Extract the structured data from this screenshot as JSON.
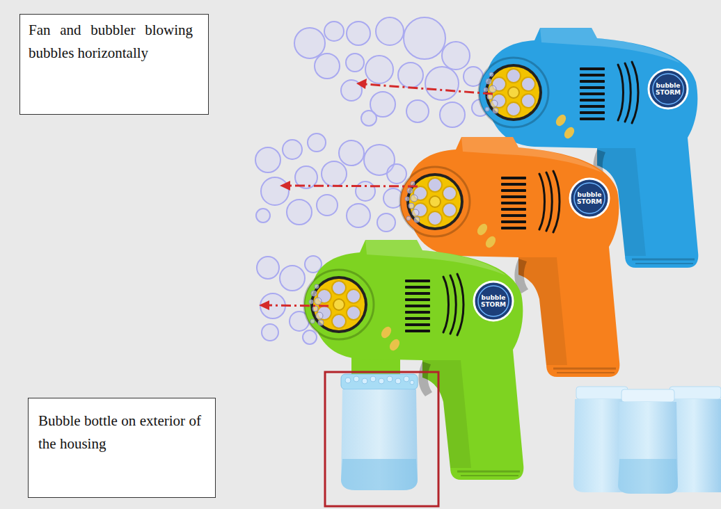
{
  "diagram": {
    "nodes": [
      {
        "text": [
          "Fan and bubbler blowing bubbles horizontally"
        ]
      },
      {
        "text": [
          "Bubble bottle on exterior of the housing"
        ]
      }
    ],
    "labels": [
      "bubble STORM",
      "bubble STORM",
      "bubble STORM"
    ]
  }
}
